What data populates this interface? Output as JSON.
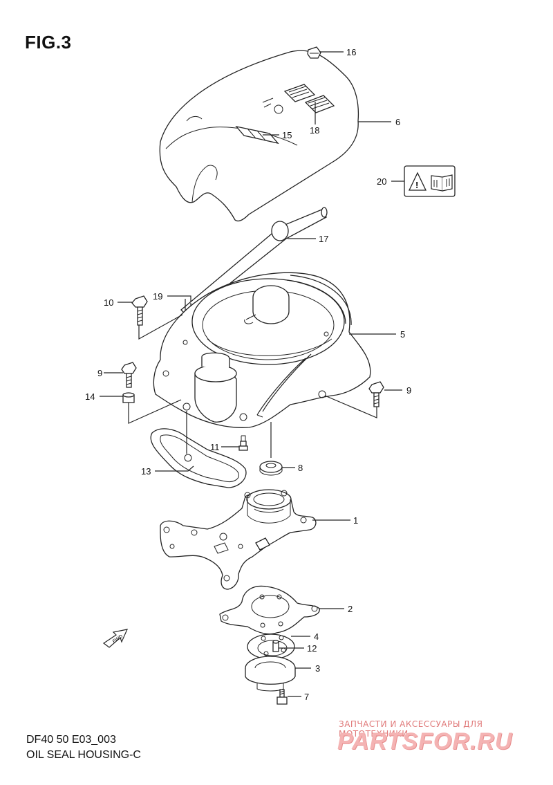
{
  "figure": {
    "title": "FIG.3",
    "code": "DF40 50 E03_003",
    "name": "OIL SEAL HOUSING-C"
  },
  "direction_marker": "FWD",
  "callouts": {
    "c1": "1",
    "c2": "2",
    "c3": "3",
    "c4": "4",
    "c5": "5",
    "c6": "6",
    "c7": "7",
    "c8": "8",
    "c9a": "9",
    "c9b": "9",
    "c10": "10",
    "c11": "11",
    "c12": "12",
    "c13": "13",
    "c14": "14",
    "c15": "15",
    "c16": "16",
    "c17": "17",
    "c18": "18",
    "c19": "19",
    "c20": "20"
  },
  "watermark": {
    "tagline": "ЗАПЧАСТИ И АКСЕССУАРЫ ДЛЯ МОТОТЕХНИКИ",
    "logo": "PARTSFOR.RU"
  }
}
